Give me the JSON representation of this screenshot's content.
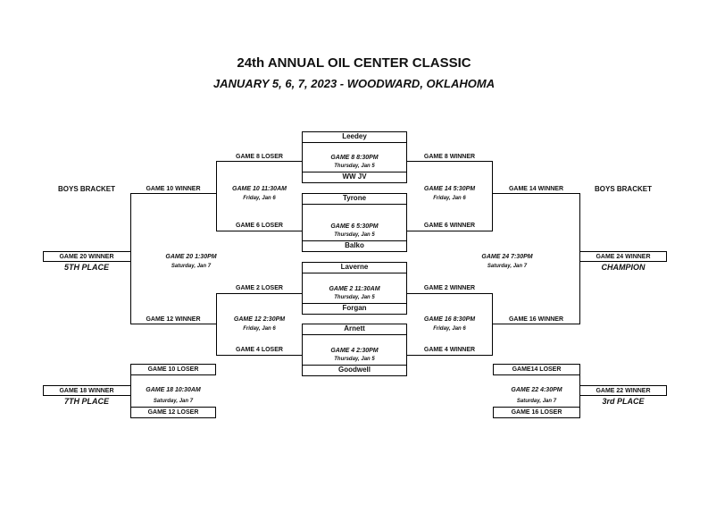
{
  "header": {
    "title": "24th ANNUAL OIL CENTER CLASSIC",
    "subtitle": "JANUARY 5, 6, 7, 2023 - WOODWARD, OKLAHOMA"
  },
  "labels": {
    "boys_bracket_left": "BOYS BRACKET",
    "boys_bracket_right": "BOYS BRACKET",
    "fifth_place": "5TH PLACE",
    "champion": "CHAMPION",
    "seventh_place": "7TH PLACE",
    "third_place": "3rd PLACE"
  },
  "teams": {
    "t1": "Leedey",
    "t2": "WW JV",
    "t3": "Tyrone",
    "t4": "Balko",
    "t5": "Laverne",
    "t6": "Forgan",
    "t7": "Arnett",
    "t8": "Goodwell"
  },
  "games": {
    "g8": {
      "title": "GAME 8  8:30PM",
      "date": "Thursday, Jan 5"
    },
    "g6": {
      "title": "GAME 6 5:30PM",
      "date": "Thursday, Jan 5"
    },
    "g2": {
      "title": "GAME 2 11:30AM",
      "date": "Thursday, Jan 5"
    },
    "g4": {
      "title": "GAME 4 2:30PM",
      "date": "Thursday, Jan 5"
    },
    "g10": {
      "title": "GAME 10 11:30AM",
      "date": "Friday, Jan 6"
    },
    "g12": {
      "title": "GAME 12 2:30PM",
      "date": "Friday, Jan 6"
    },
    "g14": {
      "title": "GAME 14 5:30PM",
      "date": "Friday, Jan 6"
    },
    "g16": {
      "title": "GAME 16 8:30PM",
      "date": "Friday, Jan 6"
    },
    "g20": {
      "title": "GAME 20  1:30PM",
      "date": "Saturday, Jan 7"
    },
    "g24": {
      "title": "GAME 24  7:30PM",
      "date": "Saturday, Jan 7"
    },
    "g18": {
      "title": "GAME 18  10:30AM",
      "date": "Saturday, Jan 7"
    },
    "g22": {
      "title": "GAME 22  4:30PM",
      "date": "Saturday, Jan 7"
    }
  },
  "slots": {
    "g8_loser": "GAME 8 LOSER",
    "g8_winner": "GAME 8 WINNER",
    "g6_loser": "GAME 6 LOSER",
    "g6_winner": "GAME 6 WINNER",
    "g2_loser": "GAME 2 LOSER",
    "g2_winner": "GAME 2 WINNER",
    "g4_loser": "GAME 4 LOSER",
    "g4_winner": "GAME 4 WINNER",
    "g10_winner": "GAME 10 WINNER",
    "g12_winner": "GAME 12 WINNER",
    "g14_winner": "GAME 14 WINNER",
    "g16_winner": "GAME 16 WINNER",
    "g20_winner": "GAME 20 WINNER",
    "g24_winner": "GAME 24 WINNER",
    "g10_loser": "GAME 10 LOSER",
    "g12_loser": "GAME 12 LOSER",
    "g14_loser": "GAME14 LOSER",
    "g16_loser": "GAME 16 LOSER",
    "g18_winner": "GAME 18 WINNER",
    "g22_winner": "GAME 22 WINNER"
  }
}
